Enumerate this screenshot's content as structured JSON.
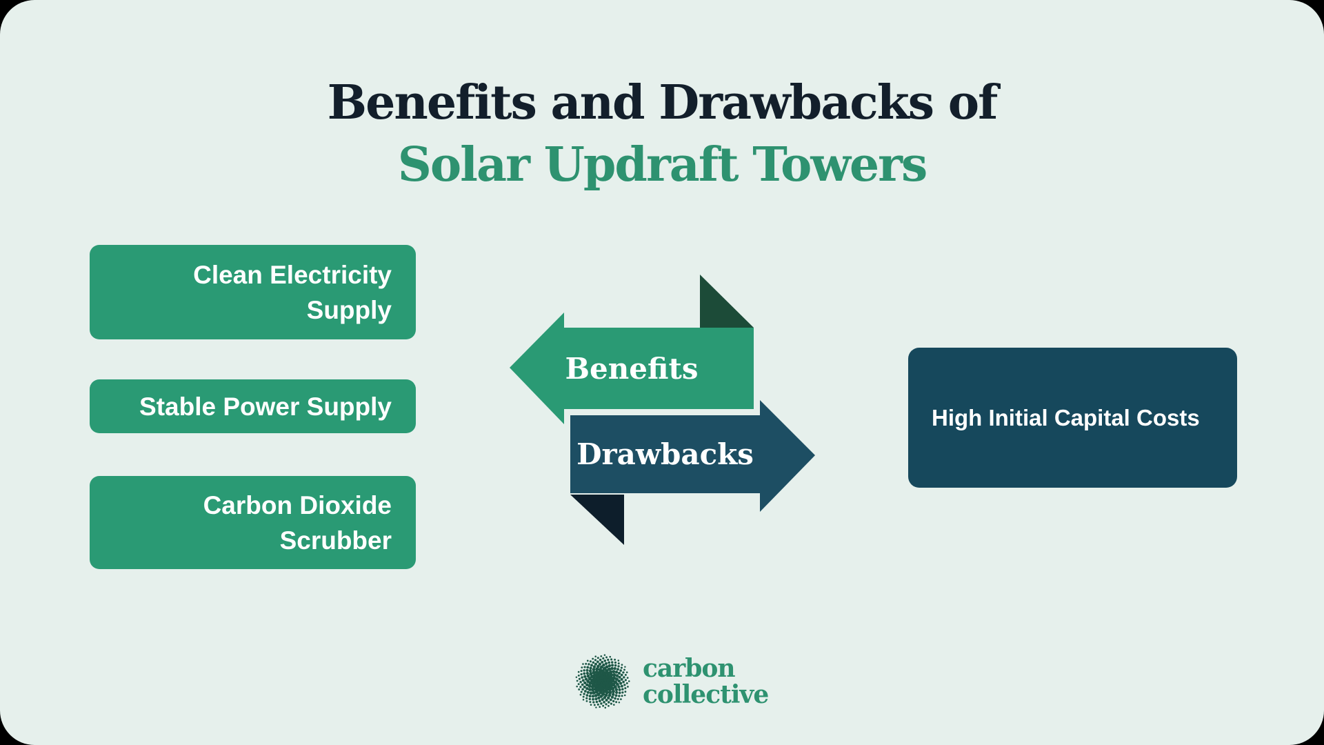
{
  "title": {
    "line1": "Benefits and Drawbacks of",
    "line2": "Solar Updraft Towers"
  },
  "benefits": {
    "arrow_label": "Benefits",
    "items": [
      {
        "text": "Clean Electricity Supply"
      },
      {
        "text": "Stable Power Supply"
      },
      {
        "text": "Carbon Dioxide Scrubber"
      }
    ]
  },
  "drawbacks": {
    "arrow_label": "Drawbacks",
    "items": [
      {
        "text": "High Initial Capital Costs"
      }
    ]
  },
  "logo": {
    "word1": "carbon",
    "word2": "collective",
    "icon": "halftone-dot-sphere-icon"
  },
  "colors": {
    "background": "#e6f0ec",
    "green": "#2a9a74",
    "green-dark-fold": "#1c4b38",
    "teal": "#16485c",
    "teal-arrow": "#1d4e63",
    "navy-fold": "#0d1e2b",
    "title-navy": "#131f2b",
    "title-green": "#2e9270",
    "logo-dots": "#1e5747",
    "text-white": "#ffffff"
  }
}
